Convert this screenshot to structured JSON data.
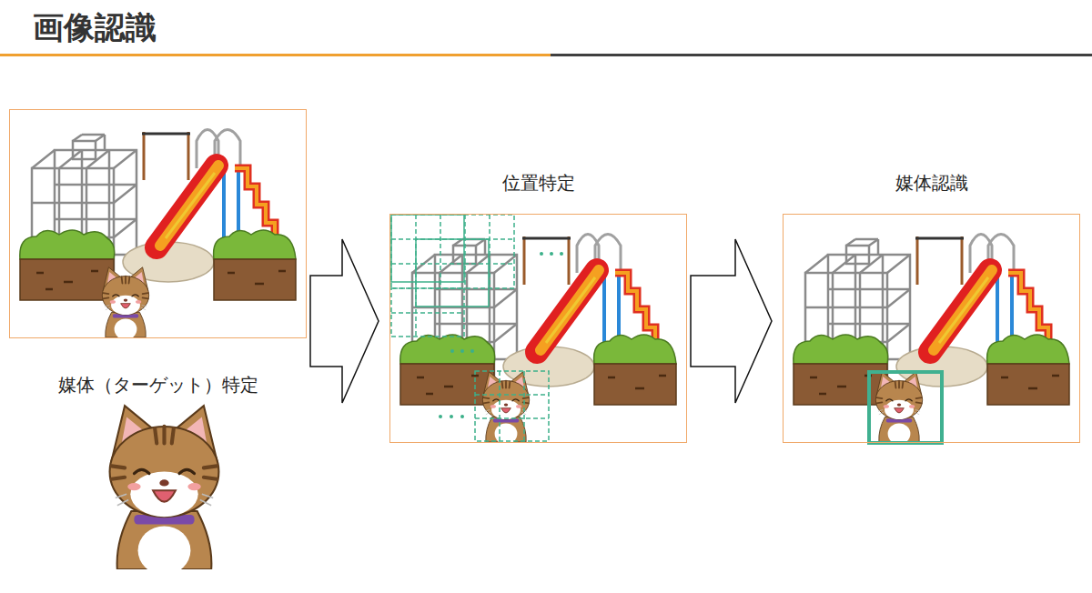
{
  "diagram": {
    "title": "画像認識",
    "nodes": [
      {
        "text": [
          "媒体（ターゲット）特定"
        ]
      },
      {
        "text": [
          "位置特定"
        ]
      },
      {
        "text": [
          "媒体認識"
        ]
      }
    ],
    "edges": [
      {
        "from": 0,
        "to": 1,
        "arrow": "to"
      },
      {
        "from": 1,
        "to": 2,
        "arrow": "to"
      }
    ]
  }
}
